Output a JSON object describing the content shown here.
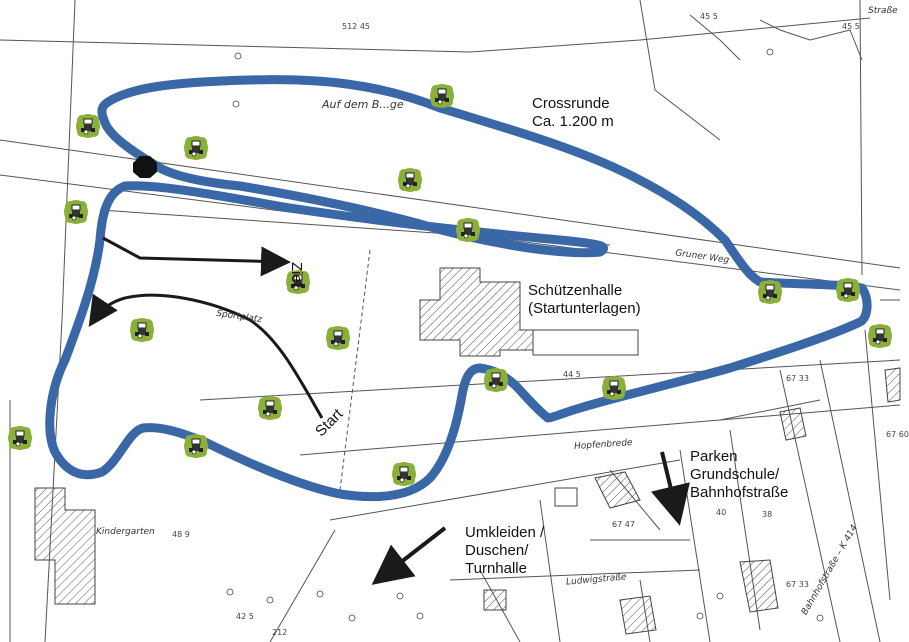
{
  "map": {
    "route_label": "Crossrunde\nCa. 1.200 m",
    "hall_label": "Schützenhalle\n(Startunterlagen)",
    "parking_label": "Parken\nGrundschule/\nBahnhofstraße",
    "changing_label": "Umkleiden /\nDuschen/\nTurnhalle",
    "start_label": "Start",
    "finish_label": "Ziel",
    "streets": {
      "auf_dem": "Auf dem B...ge",
      "gruner_weg": "Gruner Weg",
      "hopfenbrede": "Hopfenbrede",
      "ludwigstrasse": "Ludwigstraße",
      "bahnhofstrasse": "Bahnhofstraße – K 414",
      "strasse_top": "Straße",
      "sportplatz": "Sportplatz",
      "kindergarten": "Kindergarten"
    },
    "parcel_numbers": [
      "512\n45",
      "45\n5",
      "45\n5",
      "44\n5",
      "67\n33",
      "67\n47",
      "67\n33",
      "40",
      "38",
      "42\n5",
      "212",
      "48\n9",
      "67\n60"
    ],
    "colors": {
      "route": "#3a68a6",
      "arrow": "#1a1a1a",
      "marshal": "#8ab03a",
      "map_line": "#555555"
    },
    "icon_name": "marshal-icon"
  }
}
